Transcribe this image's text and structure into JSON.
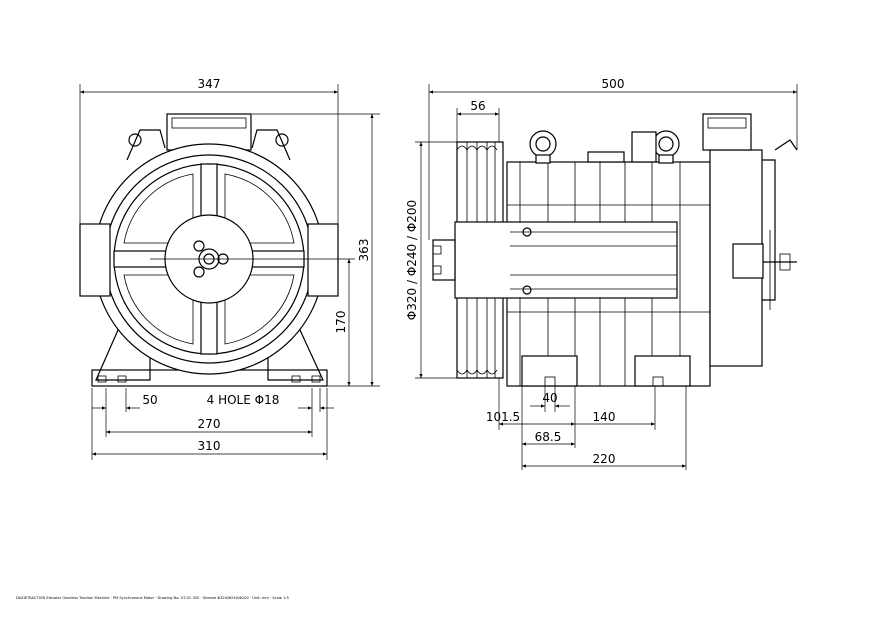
{
  "front_view": {
    "dims": {
      "width_total": "347",
      "height_total": "363",
      "shaft_height": "170",
      "foot_offset": "50",
      "hole_note": "4 HOLE Φ18",
      "hole_spacing": "270",
      "base_width": "310"
    }
  },
  "side_view": {
    "dims": {
      "length_total": "500",
      "sheave_width": "56",
      "sheave_diameters": "Φ320 / Φ240 / Φ200",
      "sheave_to_foot": "101.5",
      "foot_width": "40",
      "foot_spacing": "140",
      "sheave_to_hole": "68.5",
      "base_length": "220"
    }
  },
  "footer_note": "DAXIETRACTION Elevator Gearless Traction Machine · PM Synchronous Motor · Drawing No. GT-SC-320 · Sheave Φ320/Φ240/Φ200 · Unit: mm · Scale 1:5"
}
